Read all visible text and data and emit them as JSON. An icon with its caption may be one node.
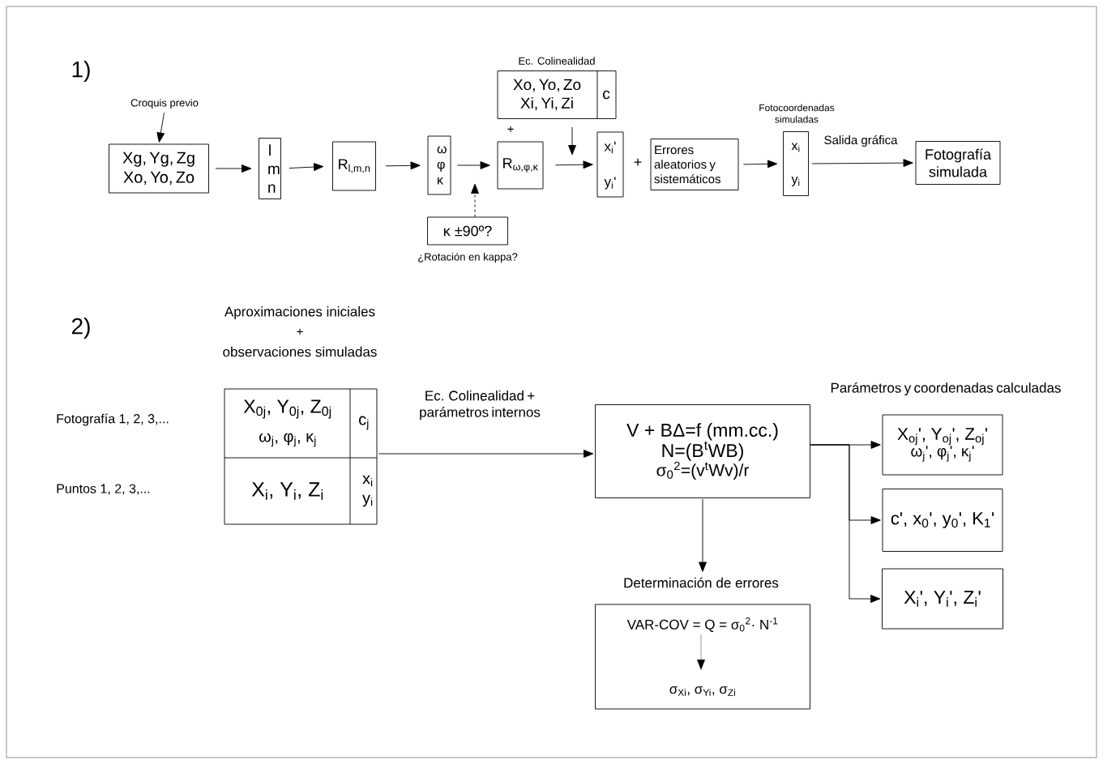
{
  "diagram": {
    "nodes": [
      {
        "text": [
          "Croquis previo"
        ]
      },
      {
        "text": [
          "Xg, Yg, Zg Xo, Yo, Zo"
        ]
      },
      {
        "text": [
          "l m n"
        ]
      },
      {
        "text": [
          "R$_{l,m,n}$"
        ]
      },
      {
        "text": [
          "ω φ κ"
        ]
      },
      {
        "text": [
          "R$_{ω,φ,κ}$"
        ]
      },
      {
        "text": [
          "κ ±90º?"
        ],
        "beside": [
          "¿Rotación en kappa?"
        ]
      },
      {
        "text": [
          "Ec. Colinealidad",
          "Xo, Yo, Zo Xi, Yi, Zi",
          "c"
        ]
      },
      {
        "text": [
          "x$_{i}$'",
          "y$_{i}$'"
        ]
      },
      {
        "text": [
          "Errores aleatorios y sistemáticos"
        ]
      },
      {
        "text": [
          "Fotocoordenadas simuladas",
          "x$_{i}$",
          "y$_{i}$"
        ]
      },
      {
        "text": [
          "Fotografía simulada"
        ]
      },
      {
        "text": [
          "X$_{0j}$, Y$_{0j}$, Z$_{0j}$",
          "ω$_{j}$, φ$_{j}$, κ$_{j}$",
          "c$_{j}$",
          "X$_{i}$, Y$_{i}$, Z$_{i}$",
          "x$_{i}$ y$_{i}$"
        ]
      },
      {
        "text": [
          "V + BΔ=f (mm.cc.)",
          "N=(B$^{t}$WB)",
          "σ$_{0}$$^{2}$=(v$^{t}$Wv)/r"
        ]
      },
      {
        "text": [
          "Determinación de errores",
          "VAR-COV = Q = σ$_{0}$$^{2}$· N$^{-1}$",
          "σ$_{Xi}$, σ$_{Yi}$, σ$_{Zi}$"
        ]
      },
      {
        "text": [
          "X$_{oj}$', Y$_{oj}$', Z$_{oj}$'",
          "ω$_{j}$', φ$_{j}$', κ$_{j}$'"
        ]
      },
      {
        "text": [
          "c', x$_{0}$', y$_{0}$', K$_{1}$'"
        ]
      },
      {
        "text": [
          "X$_{i}$', Y$_{i}$', Z$_{i}$'"
        ]
      }
    ],
    "edges": [
      {
        "from": 0,
        "to": 1,
        "arrow": "to"
      },
      {
        "from": 1,
        "to": 2,
        "arrow": "to"
      },
      {
        "from": 2,
        "to": 3,
        "arrow": "to"
      },
      {
        "from": 3,
        "to": 4,
        "arrow": "to"
      },
      {
        "from": 4,
        "to": 5,
        "arrow": "to"
      },
      {
        "from": 6,
        "to": null,
        "arrow": "to",
        "style": "dashed"
      },
      {
        "from": 5,
        "to": 8,
        "arrow": "to"
      },
      {
        "from": 7,
        "to": null,
        "arrow": "to"
      },
      {
        "from": 9,
        "to": 10,
        "arrow": "to"
      },
      {
        "from": 10,
        "to": 11,
        "arrow": "to",
        "label": "Salida gráfica"
      },
      {
        "from": 12,
        "to": 13,
        "arrow": "to",
        "label": "Ec. Colinealidad + parámetros internos"
      },
      {
        "from": 13,
        "to": 14,
        "arrow": "to"
      },
      {
        "from": 13,
        "to": 15,
        "arrow": "to"
      },
      {
        "from": 13,
        "to": 16,
        "arrow": "to"
      },
      {
        "from": 13,
        "to": 17,
        "arrow": "to"
      }
    ],
    "labels": [
      "1)",
      "+",
      "+",
      "2)",
      "Aproximaciones iniciales",
      "+",
      "observaciones simuladas",
      "Fotografía 1, 2, 3,...",
      "Puntos 1, 2, 3,...",
      "Parámetros y coordenadas calculadas"
    ]
  }
}
